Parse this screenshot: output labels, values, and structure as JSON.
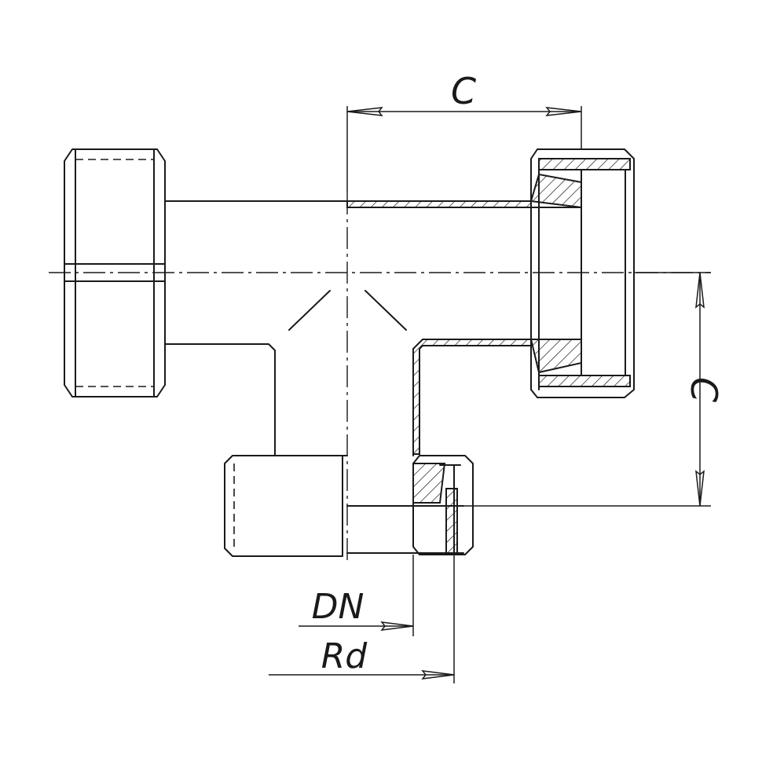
{
  "labels": {
    "top_dimension": "C",
    "right_dimension": "C",
    "nominal_diameter": "DN",
    "thread_diameter": "Rd"
  },
  "colors": {
    "line": "#1a1a1a",
    "background": "#ffffff"
  }
}
